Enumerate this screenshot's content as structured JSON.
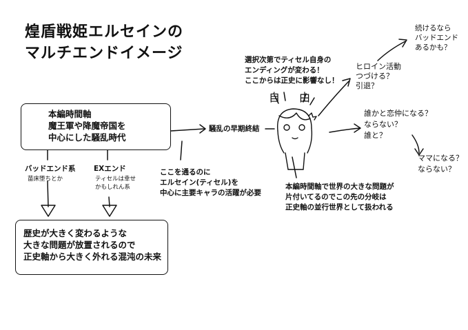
{
  "title": {
    "line1": "煌盾戦姫エルセインの",
    "line2": "マルチエンドイメージ"
  },
  "main_timeline": {
    "lines": [
      "本編時間軸",
      "魔王軍や降魔帝国を",
      "中心にした騒乱時代"
    ]
  },
  "bad_end": {
    "label": "バッドエンド系",
    "sub": "苗床堕ちとか"
  },
  "ex_end": {
    "label": "EXエンド",
    "sub_lines": [
      "ティセルは幸せ",
      "かもしれん系"
    ]
  },
  "middle_note": {
    "lines": [
      "ここを通るのに",
      "エルセイン(ティセル)を",
      "中心に主要キャラの活躍が必要"
    ]
  },
  "bottom_box": {
    "lines": [
      "歴史が大きく変わるような",
      "大きな問題が放置されるので",
      "正史軸から大きく外れる混沌の未来"
    ]
  },
  "early_end": "騒乱の早期終結",
  "choice_note": {
    "lines": [
      "選択次第でティセル自身の",
      "エンディングが変わる！",
      "ここからは正史に影響なし！"
    ]
  },
  "freedom": {
    "char1": "自",
    "char2": "由"
  },
  "branch_heroine": {
    "lines": [
      "ヒロイン活動",
      "つづける？",
      "引退？"
    ]
  },
  "branch_continue": {
    "lines": [
      "続けるなら",
      "バッドエンド",
      "あるかも？"
    ]
  },
  "branch_love": {
    "lines": [
      "誰かと恋仲になる？",
      "ならない？",
      "誰と？"
    ]
  },
  "branch_mama": {
    "lines": [
      "ママになる？",
      "ならない？"
    ]
  },
  "parallel_note": {
    "lines": [
      "本編時間軸で世界の大きな問題が",
      "片付いてるのでこの先の分岐は",
      "正史軸の並行世界として扱われる"
    ]
  }
}
